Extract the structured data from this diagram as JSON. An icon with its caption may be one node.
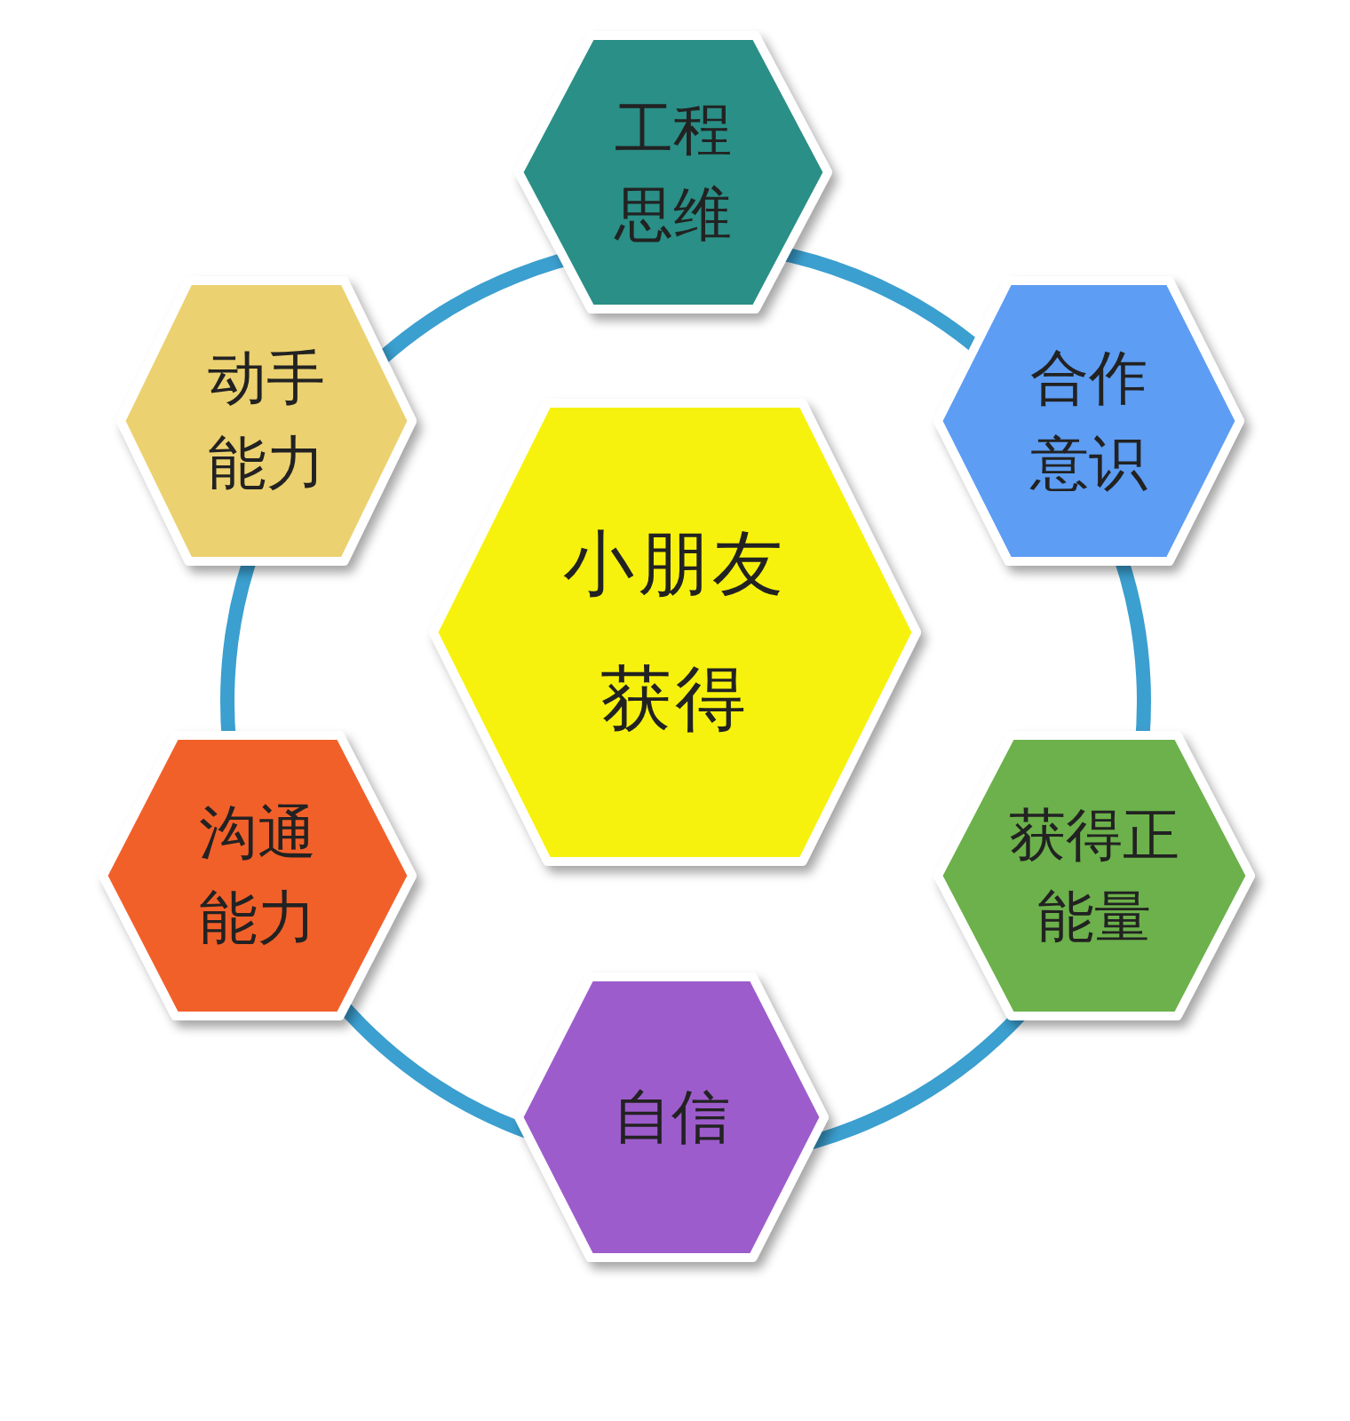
{
  "diagram": {
    "nodes": [
      {
        "text": [
          "小朋友获得"
        ]
      },
      {
        "text": [
          "工程思维"
        ]
      },
      {
        "text": [
          "合作意识"
        ]
      },
      {
        "text": [
          "获得正能量"
        ]
      },
      {
        "text": [
          "自信"
        ]
      },
      {
        "text": [
          "沟通能力"
        ]
      },
      {
        "text": [
          "动手能力"
        ]
      }
    ]
  }
}
